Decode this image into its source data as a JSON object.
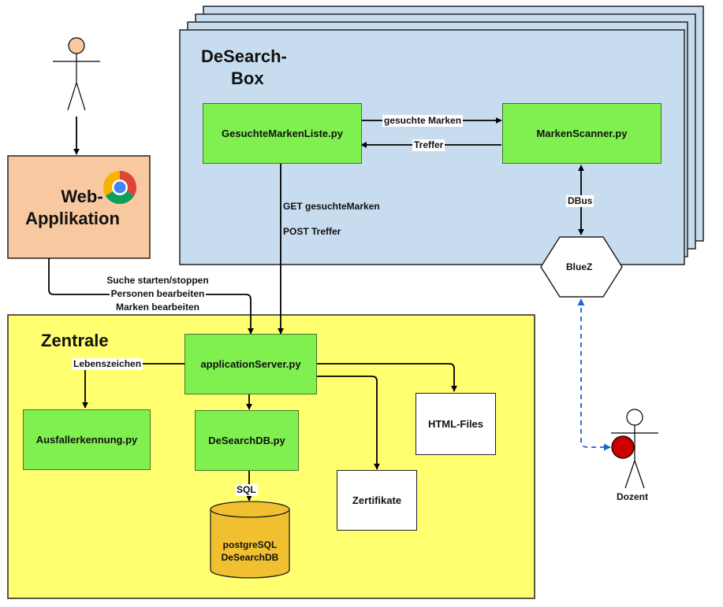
{
  "desearch_box": {
    "title_line1": "DeSearch-",
    "title_line2": "Box"
  },
  "web_app": {
    "title_line1": "Web-",
    "title_line2": "Applikation"
  },
  "zentrale": {
    "title": "Zentrale"
  },
  "nodes": {
    "gesuchte_marken_liste": "GesuchteMarkenListe.py",
    "marken_scanner": "MarkenScanner.py",
    "bluez": "BlueZ",
    "application_server": "applicationServer.py",
    "ausfallerkennung": "Ausfallerkennung.py",
    "desearch_db_py": "DeSearchDB.py",
    "html_files": "HTML-Files",
    "zertifikate": "Zertifikate",
    "postgres_line1": "postgreSQL",
    "postgres_line2": "DeSearchDB"
  },
  "edges": {
    "gesuchte_marken": "gesuchte Marken",
    "treffer": "Treffer",
    "dbus": "DBus",
    "get_gesuchte_marken": "GET gesuchteMarken",
    "post_treffer": "POST Treffer",
    "suche_starten": "Suche starten/stoppen",
    "personen_bearbeiten": "Personen bearbeiten",
    "marken_bearbeiten": "Marken bearbeiten",
    "lebenszeichen": "Lebenszeichen",
    "sql": "SQL"
  },
  "actors": {
    "dozent": "Dozent"
  },
  "colors": {
    "box_blue": "#c8dcf0",
    "node_green": "#80f050",
    "web_orange": "#f8c8a0",
    "zentrale_yellow": "#ffff70",
    "db_gold": "#f0c030",
    "dozent_red": "#cc0000",
    "dashed_blue": "#2060d0"
  },
  "icons": {
    "browser": "chrome-browser-icon"
  }
}
